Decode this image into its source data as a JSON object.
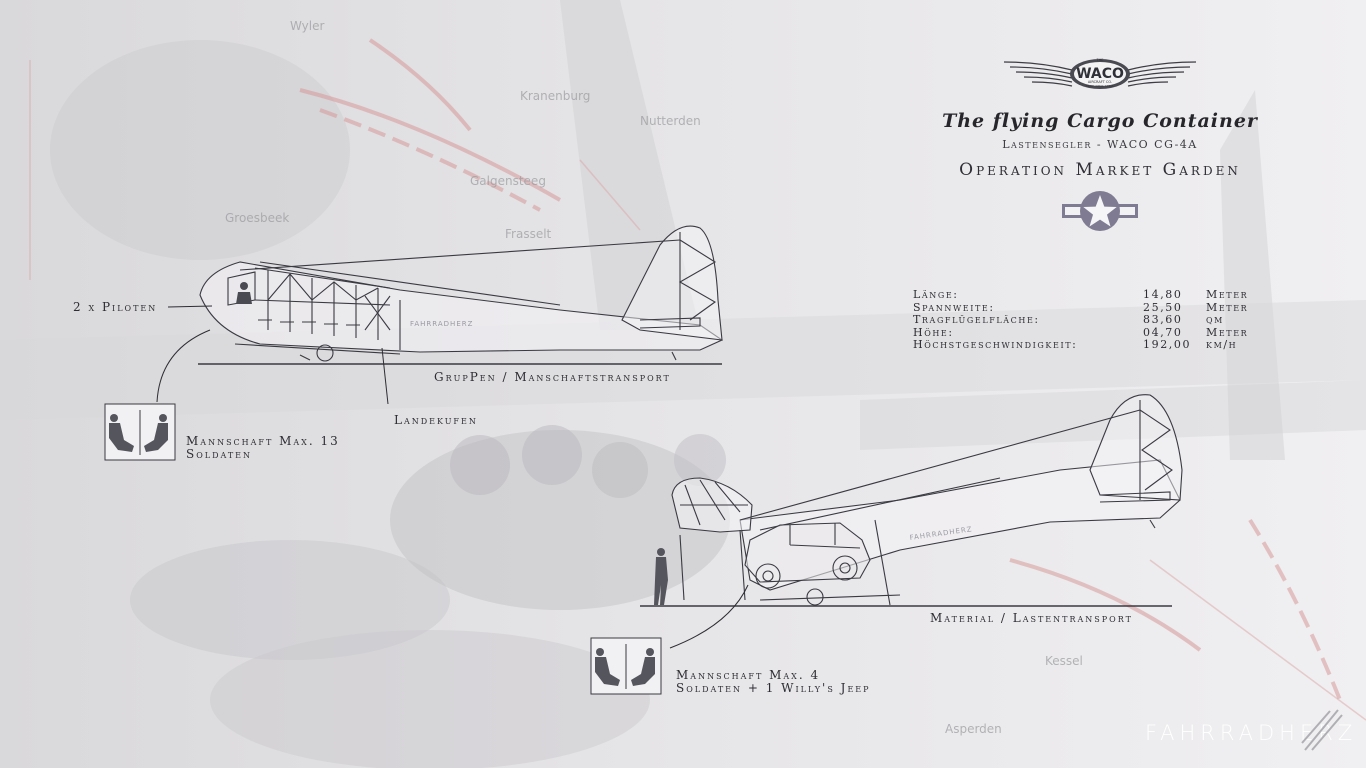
{
  "logo": {
    "brand": "WACO",
    "top": "THE",
    "line1": "AIRCRAFT CO.",
    "line2": "TROY, OHIO, U.S.A."
  },
  "header": {
    "tagline": "The flying Cargo Container",
    "subtitle": "Lastensegler - WACO CG-4A",
    "operation": "Operation Market Garden"
  },
  "specs": [
    {
      "label": "Länge:",
      "value": "14,80",
      "unit": "Meter"
    },
    {
      "label": "Spannweite:",
      "value": "25,50",
      "unit": "Meter"
    },
    {
      "label": "Tragflügelfläche:",
      "value": "83,60",
      "unit": "qm"
    },
    {
      "label": "Höhe:",
      "value": "04,70",
      "unit": "Meter"
    },
    {
      "label": "Höchstgeschwindigkeit:",
      "value": "192,00",
      "unit": "km/h"
    }
  ],
  "glider1": {
    "pilots_label": "2 x Piloten",
    "caption": "GrupPen / Manschaftstransport",
    "skids_label": "Landekufen",
    "crew_line1": "Mannschaft Max. 13",
    "crew_line2": "Soldaten",
    "side_mark": "FAHRRADHERZ"
  },
  "glider2": {
    "caption": "Material / Lastentransport",
    "crew_line1": "Mannschaft Max. 4",
    "crew_line2": "Soldaten + 1 Willy's Jeep",
    "side_mark": "FAHRRADHERZ"
  },
  "map_labels": [
    "Wyler",
    "Kranenburg",
    "Nutterden",
    "Galgensteeg",
    "Groesbeek",
    "Frasselt",
    "Asperden",
    "Kessel"
  ],
  "signature": "FAHRRADHERZ",
  "colors": {
    "background": "#ecebed",
    "ink": "#2d2d33",
    "map_red": "#d79a9a",
    "roundel": "#7f7b92"
  }
}
